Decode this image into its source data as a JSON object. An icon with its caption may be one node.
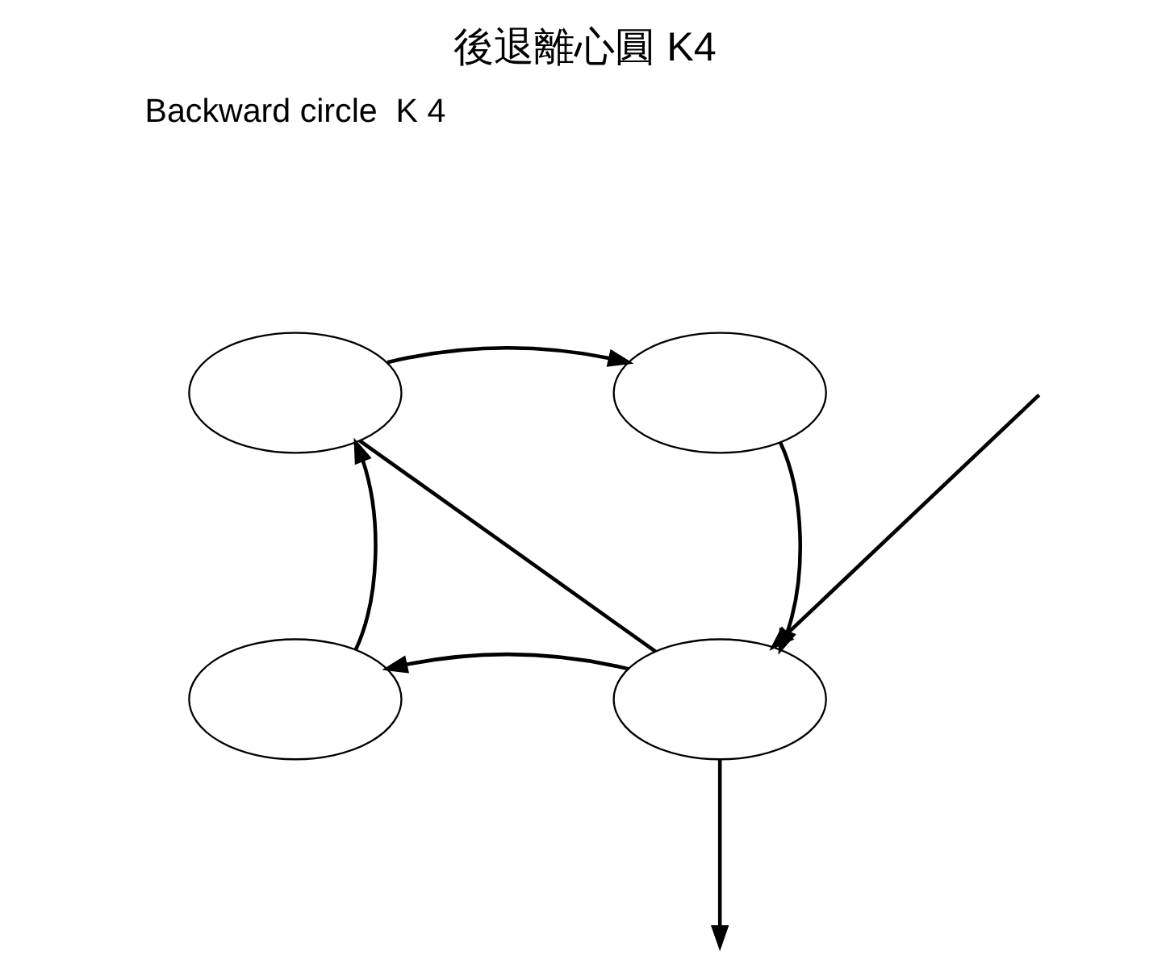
{
  "diagram": {
    "title": "後退離心圓 K4",
    "nodes": [
      {
        "text": [],
        "shape": "ellipse"
      },
      {
        "text": [],
        "shape": "ellipse"
      },
      {
        "text": [],
        "shape": "ellipse"
      },
      {
        "text": [],
        "shape": "ellipse"
      }
    ],
    "edges": [
      {
        "from": 0,
        "to": 1,
        "arrow": "to"
      },
      {
        "from": 1,
        "to": 3,
        "arrow": "to"
      },
      {
        "from": 3,
        "to": 2,
        "arrow": "to"
      },
      {
        "from": 2,
        "to": 0,
        "arrow": "to"
      },
      {
        "from": null,
        "to": 3,
        "arrow": "to"
      },
      {
        "from": 3,
        "to": null,
        "arrow": "to"
      },
      {
        "from": 0,
        "to": 3,
        "arrow": "none"
      }
    ],
    "labels": [
      "Backward circle  K 4"
    ]
  }
}
